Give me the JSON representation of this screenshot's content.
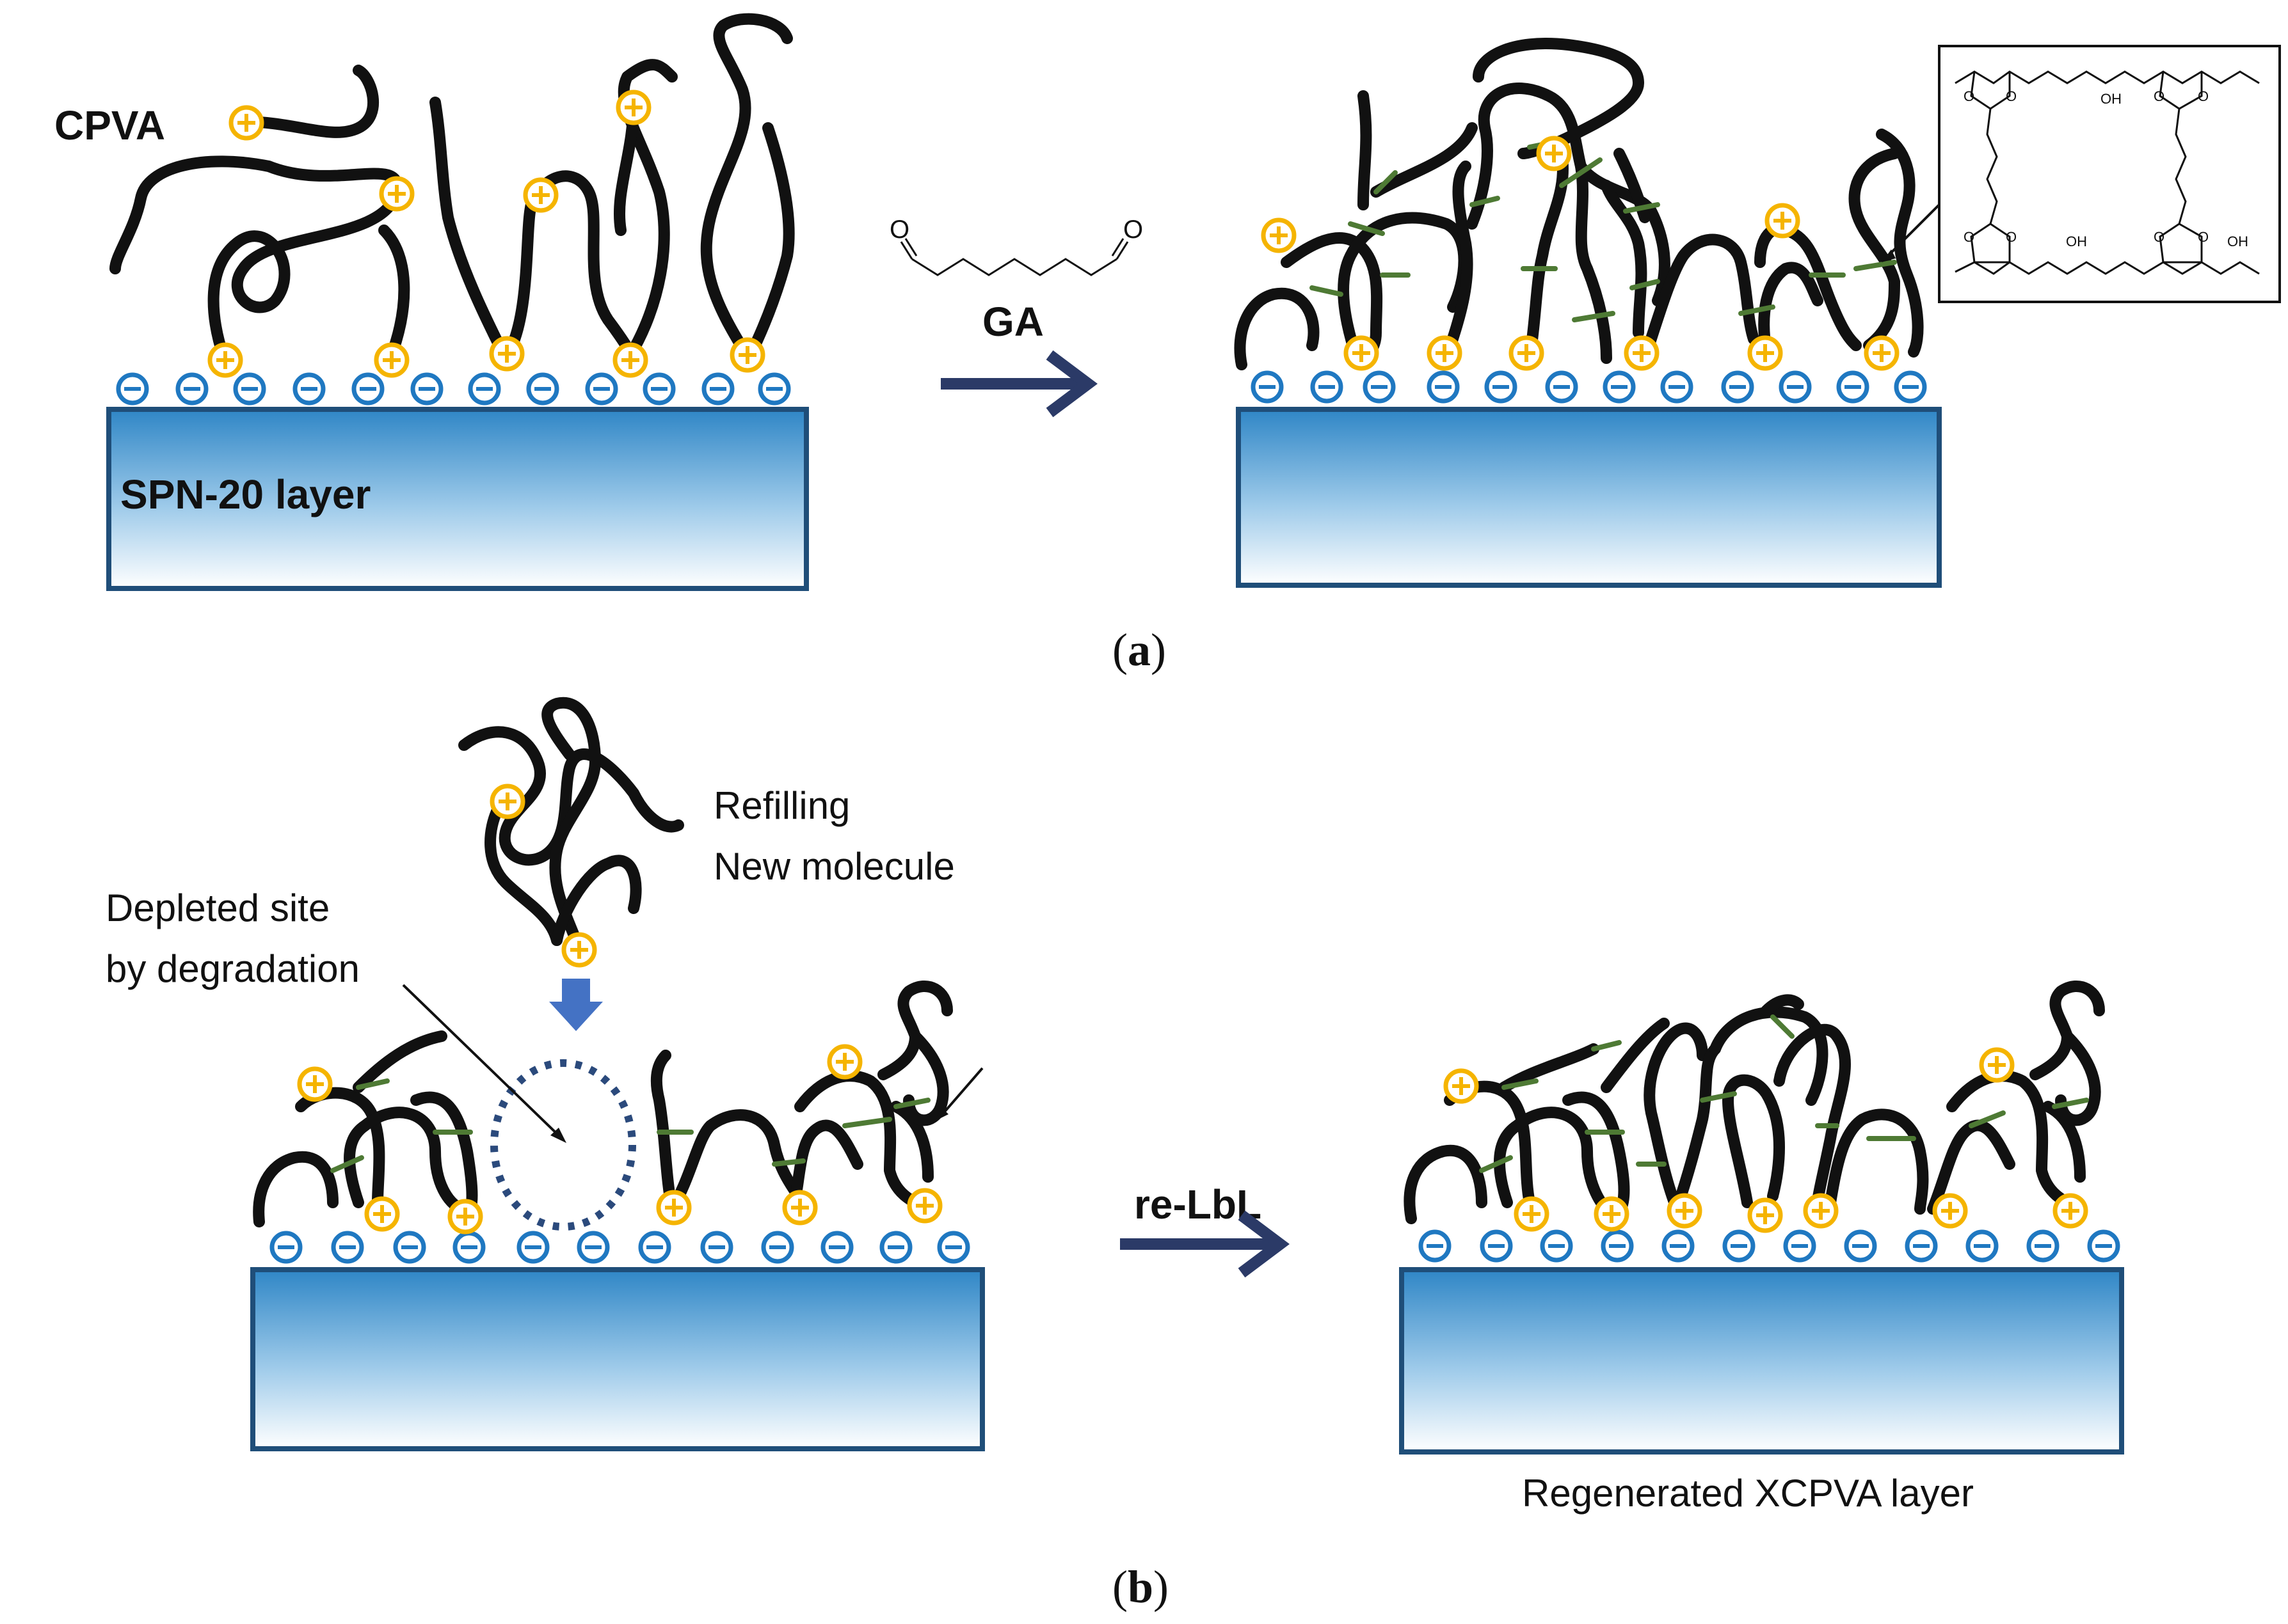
{
  "panel_a": {
    "tag_open": "(",
    "tag_letter": "a",
    "tag_close": ")",
    "polymer_label": "CPVA",
    "substrate_label": "SPN-20 layer",
    "reagent_label": "GA",
    "inset_atoms": {
      "oxygen": "O",
      "hydroxyl": "OH"
    }
  },
  "panel_b": {
    "tag_open": "(",
    "tag_letter": "b",
    "tag_close": ")",
    "refill_line1": "Refilling",
    "refill_line2": "New molecule",
    "depleted_line1": "Depleted site",
    "depleted_line2": "by degradation",
    "process_label": "re-LbL",
    "result_label": "Regenerated XCPVA layer"
  },
  "colors": {
    "chain": "#111111",
    "positive_charge": "#f5b400",
    "negative_charge": "#1f78c1",
    "crosslink": "#4e7a34",
    "arrow": "#2b3a67",
    "substrate_top": "#2f86c6",
    "substrate_bottom": "#ffffff",
    "substrate_border": "#1f4e79"
  },
  "icons": {
    "positive_charge": "plus-circle-icon",
    "negative_charge": "minus-circle-icon",
    "process_arrow": "arrow-right-icon",
    "deposition_arrow": "arrow-down-icon"
  }
}
